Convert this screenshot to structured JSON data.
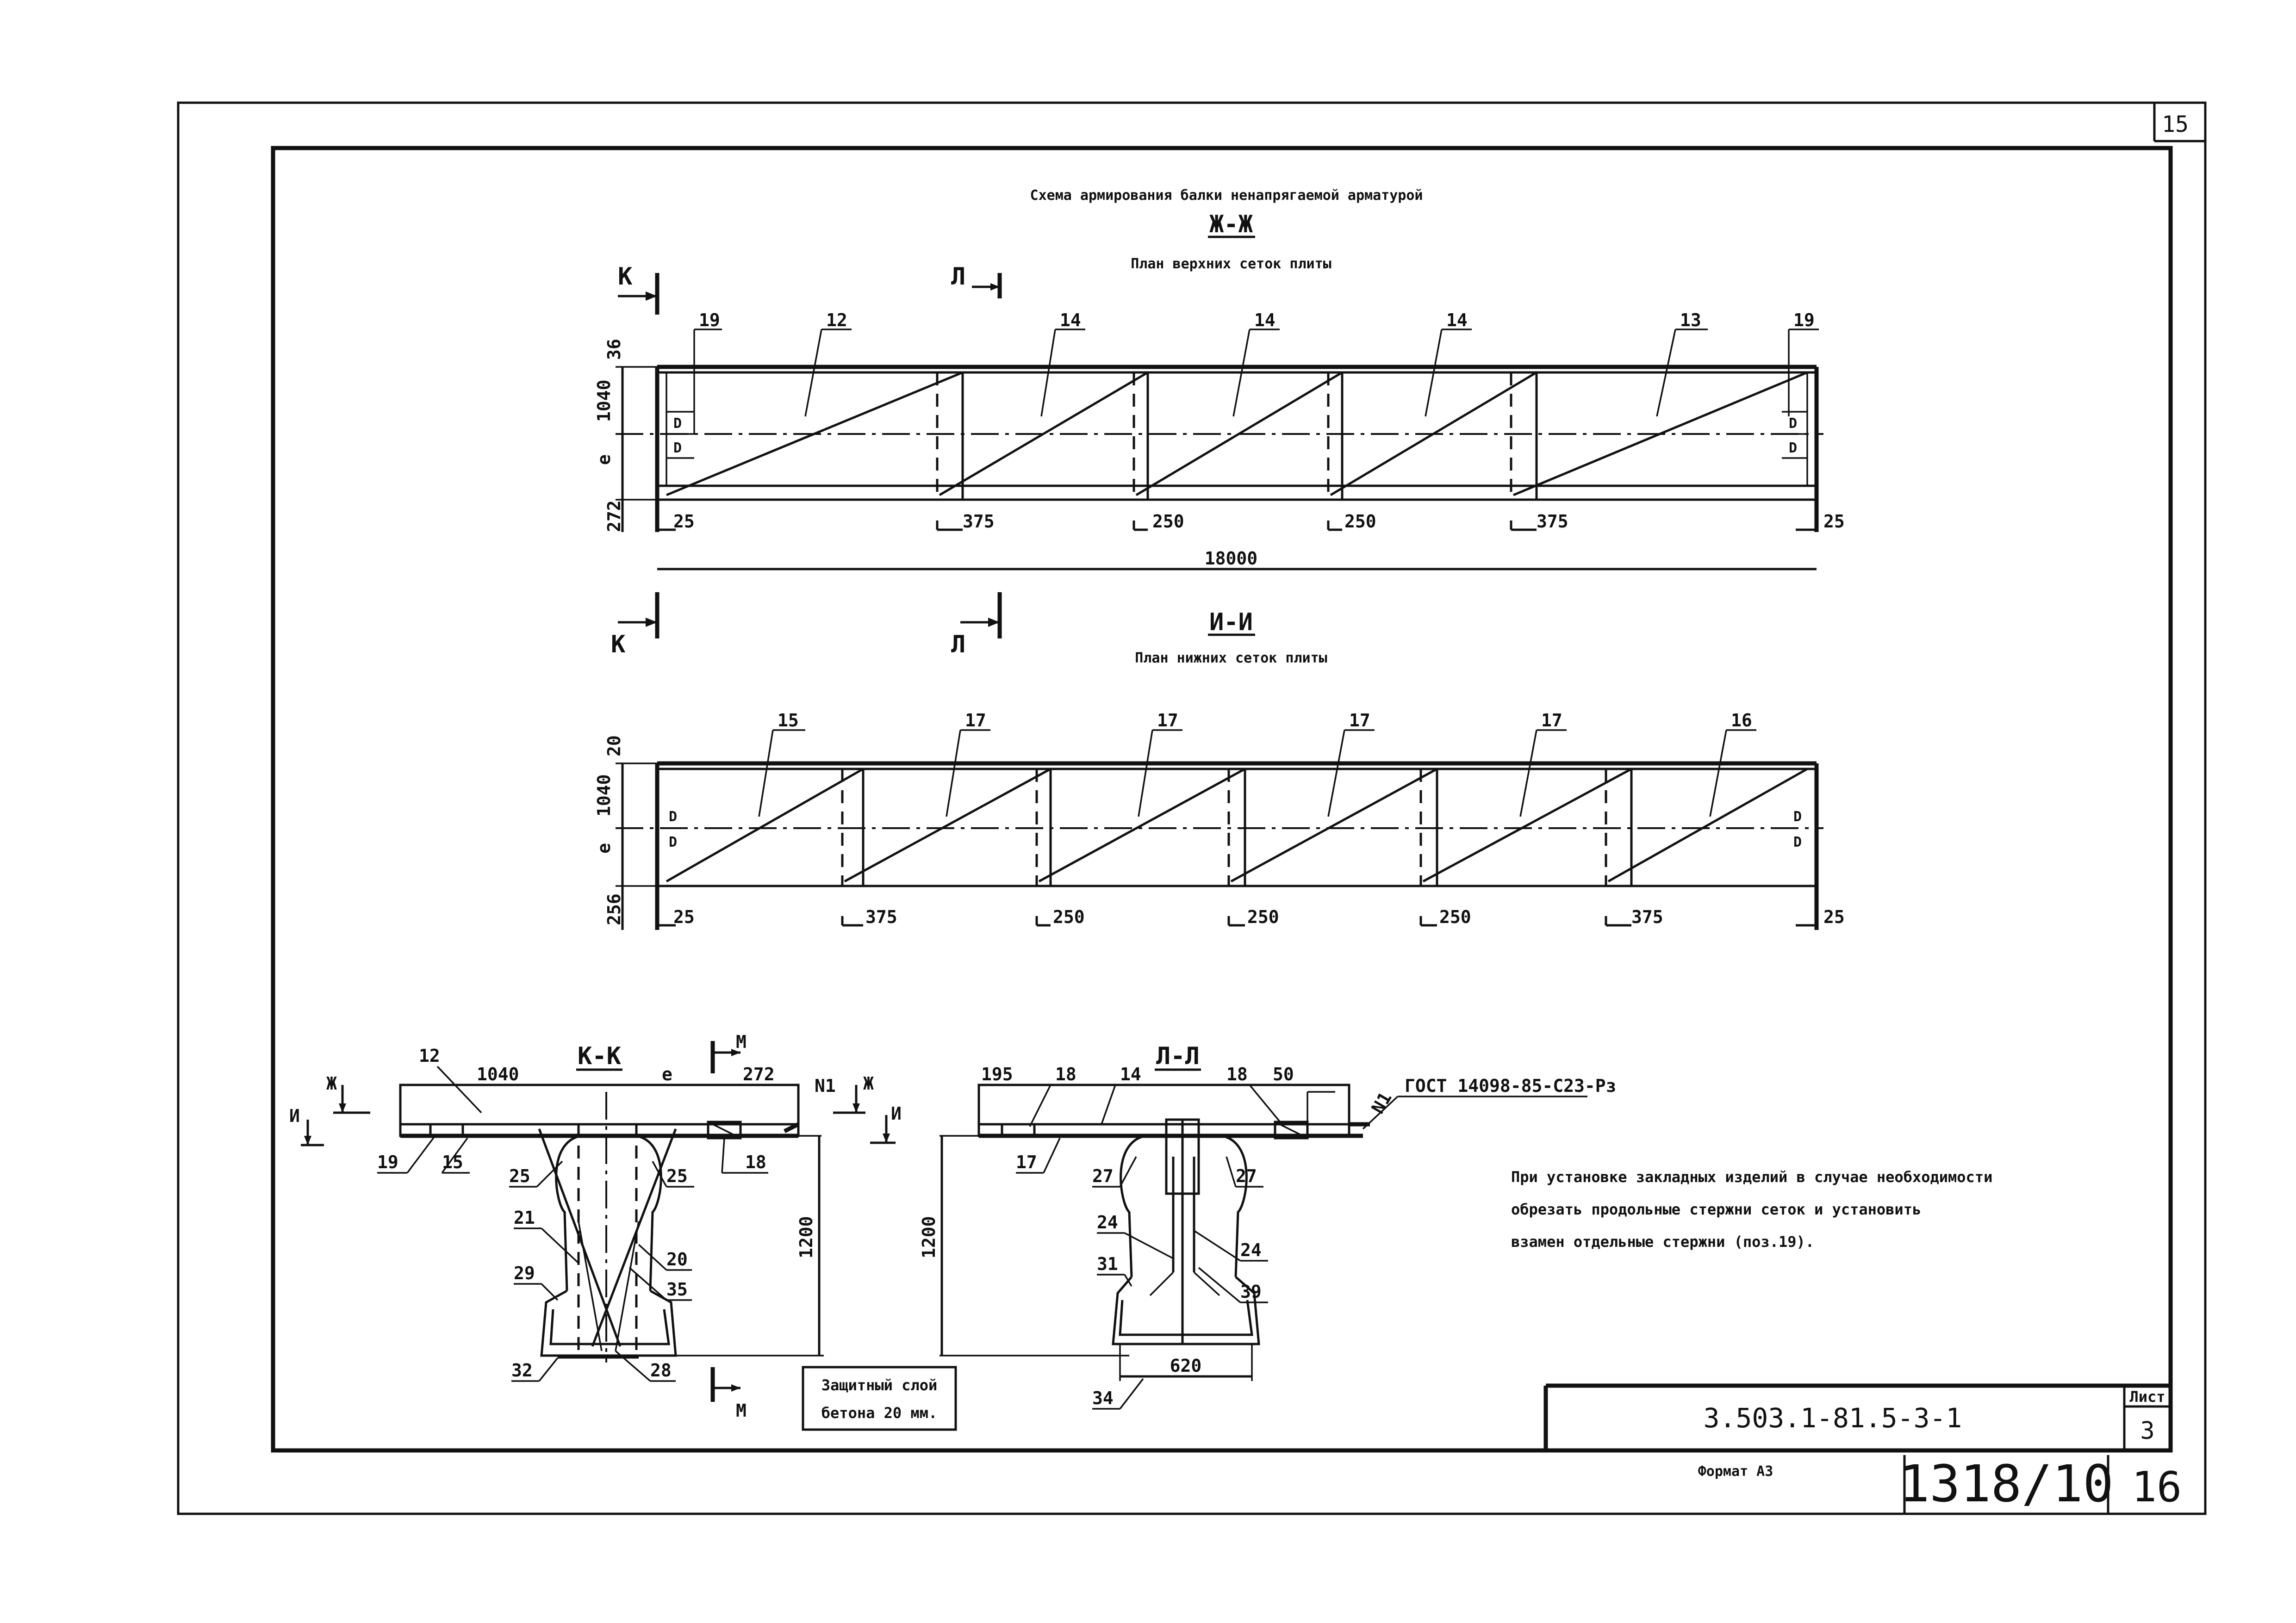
{
  "sheet": {
    "corner_number": "15",
    "sheet_label": "Лист",
    "sheet_number": "3",
    "document_code": "3.503.1-81.5-3-1",
    "format": "Формат А3",
    "archive_number": "1318/10",
    "archive_page": "16"
  },
  "titles": {
    "main": "Схема армирования балки ненапрягаемой арматурой",
    "section_zh": "Ж-Ж",
    "section_zh_caption": "План верхних сеток плиты",
    "section_i": "И-И",
    "section_i_caption": "План нижних сеток плиты",
    "section_k": "К-К",
    "section_l": "Л-Л"
  },
  "cut_marks": {
    "k": "К",
    "l": "Л",
    "zh": "Ж",
    "i": "И",
    "m": "М",
    "n1": "N1"
  },
  "plan_top": {
    "positions": [
      "19",
      "12",
      "14",
      "14",
      "14",
      "13",
      "19"
    ],
    "dims": {
      "d36": "36",
      "d1040": "1040",
      "d_e": "е",
      "d272": "272",
      "bottom": [
        "25",
        "375",
        "250",
        "250",
        "375",
        "25"
      ],
      "total": "18000"
    },
    "d_marks": [
      "D",
      "D"
    ]
  },
  "plan_bottom": {
    "positions": [
      "15",
      "17",
      "17",
      "17",
      "17",
      "16"
    ],
    "dims": {
      "d20": "20",
      "d1040": "1040",
      "d_e": "е",
      "d256": "256",
      "bottom": [
        "25",
        "375",
        "250",
        "250",
        "250",
        "375",
        "25"
      ]
    },
    "d_marks": [
      "D",
      "D"
    ]
  },
  "section_k": {
    "dims": {
      "d1040": "1040",
      "d_e": "е",
      "d272": "272",
      "d1200": "1200"
    },
    "positions": [
      "12",
      "19",
      "15",
      "25",
      "25",
      "18",
      "21",
      "20",
      "29",
      "35",
      "32",
      "28"
    ]
  },
  "section_l": {
    "dims": {
      "d195": "195",
      "d50": "50",
      "d1200": "1200",
      "d620": "620"
    },
    "positions": [
      "18",
      "14",
      "18",
      "17",
      "27",
      "27",
      "24",
      "24",
      "31",
      "39",
      "34"
    ],
    "gost": "ГОСТ 14098-85-С23-Рз"
  },
  "notes": {
    "cover_line1": "Защитный слой",
    "cover_line2": "бетона 20 мм.",
    "install_line1": "При установке закладных изделий в случае необходимости",
    "install_line2": "обрезать продольные стержни сеток и установить",
    "install_line3": "взамен отдельные стержни (поз.19)."
  }
}
